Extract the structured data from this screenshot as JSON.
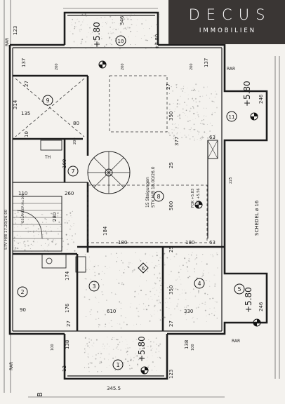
{
  "brand": {
    "title": "DECUS",
    "subtitle": "IMMOBILIEN"
  },
  "rooms": [
    {
      "id": "r1",
      "num": "1"
    },
    {
      "id": "r2",
      "num": "2"
    },
    {
      "id": "r3",
      "num": "3"
    },
    {
      "id": "r4",
      "num": "4"
    },
    {
      "id": "r5",
      "num": "5"
    },
    {
      "id": "r6",
      "num": "6"
    },
    {
      "id": "r7",
      "num": "7"
    },
    {
      "id": "r8",
      "num": "8"
    },
    {
      "id": "r9",
      "num": "9"
    },
    {
      "id": "r10",
      "num": "10"
    },
    {
      "id": "r11",
      "num": "11"
    }
  ],
  "elevations": [
    {
      "id": "e1",
      "text": "+5.80"
    },
    {
      "id": "e2",
      "text": "+5.80"
    },
    {
      "id": "e3",
      "text": "+5.80"
    },
    {
      "id": "e4",
      "text": "+5.80"
    },
    {
      "id": "e5",
      "text": "+5.80"
    }
  ],
  "labels": {
    "stair": "15 Steigungen",
    "stair_dims": "STV H/B 18.00/26.0",
    "stair_left": "STV H/B 17.20/26.00",
    "chimney": "SCHEDEL ø 16",
    "fok": "FOK +5.83",
    "rok": "ROK +5.56",
    "gelander": "GELÄNDER H=100",
    "b": "B",
    "th": "TH",
    "rar1": "RAR",
    "rar2": "RAR",
    "rar3": "RAR",
    "rar4": "RAR"
  },
  "dims": {
    "d346": "346",
    "d3455": "345.5",
    "d350a": "350",
    "d350b": "350",
    "d500": "500",
    "d377": "377",
    "d314": "314",
    "d280": "280",
    "d260": "260",
    "d610": "610",
    "d330": "330",
    "d246a": "246",
    "d246b": "246",
    "d180a": "180",
    "d180b": "180",
    "d174": "174",
    "d176": "176",
    "d137a": "137",
    "d137b": "137",
    "d138a": "138",
    "d138b": "138",
    "d123a": "123",
    "d123b": "123",
    "d135": "135",
    "d184": "184",
    "d110": "110",
    "d100": "100",
    "d90": "90",
    "d80": "80",
    "d63a": "63",
    "d63b": "63",
    "d27a": "27",
    "d27b": "27",
    "d27c": "27",
    "d27d": "27",
    "d25a": "25",
    "d25b": "25",
    "d10": "10",
    "d12": "12",
    "d200a": "200",
    "d200b": "200",
    "d200c": "200",
    "d200d": "200",
    "d225": "225",
    "d100a": "100",
    "d100b": "100"
  }
}
